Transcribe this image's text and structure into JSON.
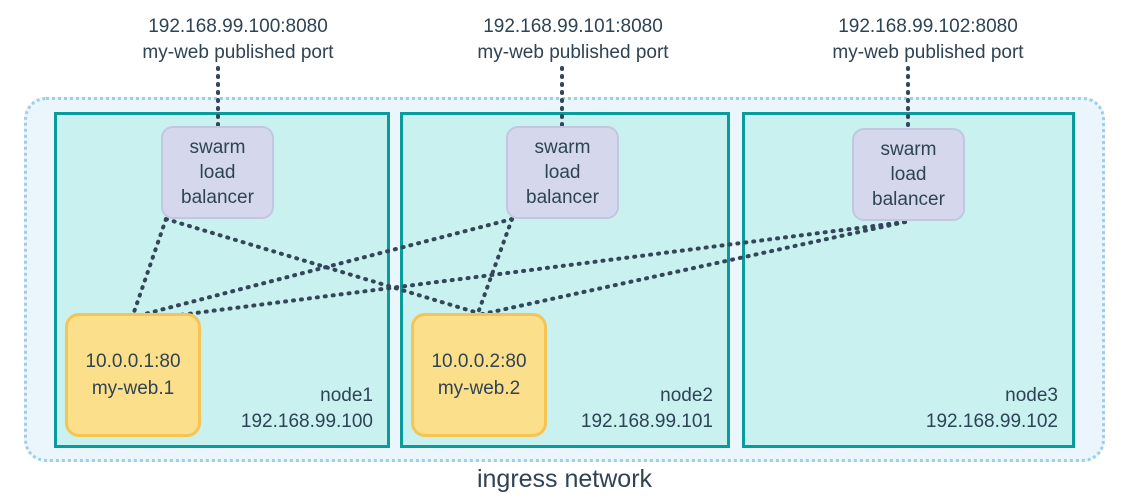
{
  "diagram": {
    "title": "ingress network",
    "colors": {
      "ingress_fill": "#eaf6fc",
      "ingress_border": "#9dcfe8",
      "node_fill": "#c9f1ef",
      "node_border": "#0a9b9b",
      "lb_fill": "#d5d8ec",
      "lb_border": "#c2c6e0",
      "task_fill": "#fcdf8a",
      "task_border": "#f6c453",
      "text": "#2e4355",
      "connector": "#33465a"
    }
  },
  "port_labels": [
    {
      "address": "192.168.99.100:8080",
      "caption": "my-web published port"
    },
    {
      "address": "192.168.99.101:8080",
      "caption": "my-web published port"
    },
    {
      "address": "192.168.99.102:8080",
      "caption": "my-web published port"
    }
  ],
  "load_balancers": [
    {
      "line1": "swarm",
      "line2": "load",
      "line3": "balancer"
    },
    {
      "line1": "swarm",
      "line2": "load",
      "line3": "balancer"
    },
    {
      "line1": "swarm",
      "line2": "load",
      "line3": "balancer"
    }
  ],
  "nodes": [
    {
      "name": "node1",
      "ip": "192.168.99.100"
    },
    {
      "name": "node2",
      "ip": "192.168.99.101"
    },
    {
      "name": "node3",
      "ip": "192.168.99.102"
    }
  ],
  "tasks": [
    {
      "address": "10.0.0.1:80",
      "name": "my-web.1"
    },
    {
      "address": "10.0.0.2:80",
      "name": "my-web.2"
    }
  ]
}
